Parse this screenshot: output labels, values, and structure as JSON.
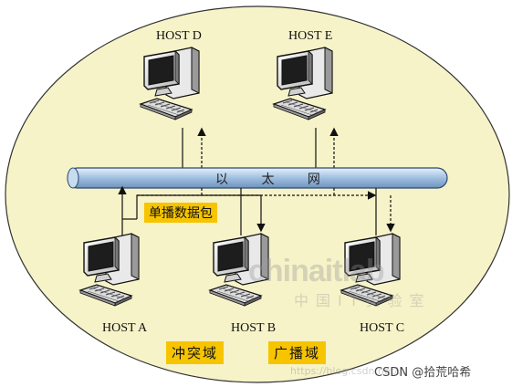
{
  "hosts": {
    "a": "HOST A",
    "b": "HOST B",
    "c": "HOST C",
    "d": "HOST D",
    "e": "HOST E"
  },
  "bus": {
    "label": "以 太 网"
  },
  "packet": {
    "label": "单播数据包"
  },
  "domains": {
    "collision": "冲突域",
    "broadcast": "广播域"
  },
  "watermark": {
    "brand": "chinaitlab",
    "brand_cn": "中国IT实验室",
    "url": "https://blog.csdn.net/..."
  },
  "credit": "CSDN @拾荒哈希",
  "colors": {
    "ellipse_fill": "#f6f3c8",
    "bus_fill": "#bcd3ec",
    "badge_fill": "#f7c400"
  }
}
